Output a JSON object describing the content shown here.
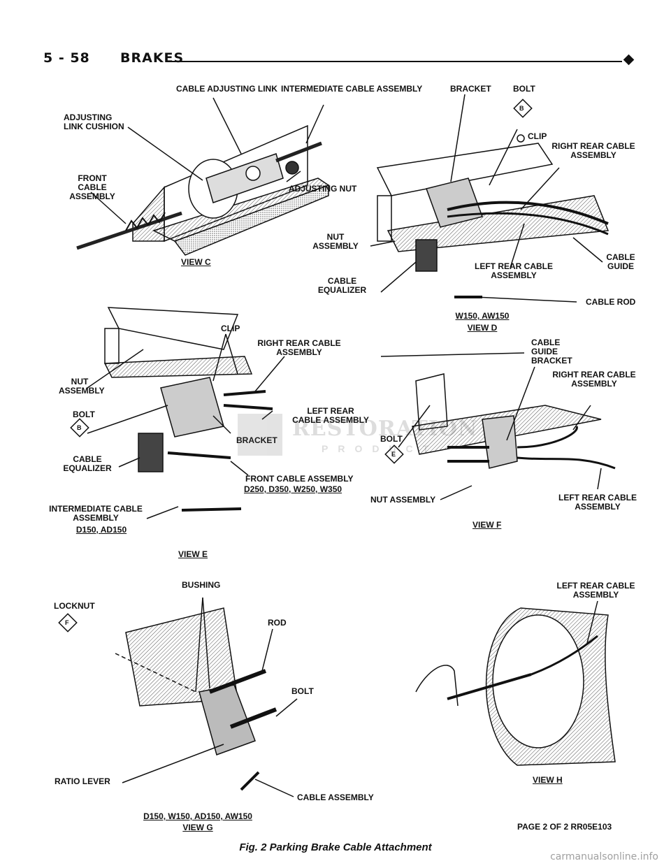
{
  "header": {
    "page": "5 - 58",
    "title": "BRAKES"
  },
  "caption": "Fig. 2 Parking Brake Cable Attachment",
  "page_ref": "PAGE 2 OF 2 RR05E103",
  "footer_url": "carmanualsonline.info",
  "watermark": {
    "main": "RESTORATION",
    "sub": "PRODUCT"
  },
  "view_c": {
    "title": "VIEW C",
    "labels": {
      "cable_adjusting_link": "CABLE ADJUSTING LINK",
      "intermediate_cable": "INTERMEDIATE CABLE ASSEMBLY",
      "adjusting_link_cushion": "ADJUSTING LINK CUSHION",
      "front_cable": "FRONT CABLE ASSEMBLY",
      "adjusting_nut": "ADJUSTING NUT"
    }
  },
  "view_d": {
    "title": "VIEW D",
    "models": "W150, AW150",
    "labels": {
      "bracket": "BRACKET",
      "bolt": "BOLT",
      "bolt_callout": "B",
      "clip": "CLIP",
      "right_rear_cable": "RIGHT REAR CABLE ASSEMBLY",
      "nut_assembly": "NUT ASSEMBLY",
      "left_rear_cable": "LEFT REAR CABLE ASSEMBLY",
      "cable_guide": "CABLE GUIDE",
      "cable_equalizer": "CABLE EQUALIZER",
      "cable_rod": "CABLE ROD"
    }
  },
  "view_e": {
    "title": "VIEW E",
    "labels": {
      "clip": "CLIP",
      "right_rear_cable": "RIGHT REAR CABLE ASSEMBLY",
      "nut_assembly": "NUT ASSEMBLY",
      "bolt": "BOLT",
      "bolt_callout": "B",
      "left_rear_cable": "LEFT REAR CABLE ASSEMBLY",
      "bracket": "BRACKET",
      "cable_equalizer": "CABLE EQUALIZER",
      "front_cable": "FRONT CABLE ASSEMBLY",
      "front_cable_models": "D250, D350, W250, W350",
      "intermediate_cable": "INTERMEDIATE CABLE ASSEMBLY",
      "intermediate_models": "D150, AD150"
    }
  },
  "view_f": {
    "title": "VIEW F",
    "labels": {
      "cable_guide_bracket": "CABLE GUIDE BRACKET",
      "right_rear_cable": "RIGHT REAR CABLE ASSEMBLY",
      "bolt": "BOLT",
      "bolt_callout": "E",
      "nut_assembly": "NUT ASSEMBLY",
      "left_rear_cable": "LEFT REAR CABLE ASSEMBLY"
    }
  },
  "view_g": {
    "title": "VIEW G",
    "models": "D150, W150, AD150, AW150",
    "labels": {
      "bushing": "BUSHING",
      "locknut": "LOCKNUT",
      "locknut_callout": "F",
      "rod": "ROD",
      "bolt": "BOLT",
      "ratio_lever": "RATIO LEVER",
      "cable_assembly": "CABLE ASSEMBLY"
    }
  },
  "view_h": {
    "title": "VIEW H",
    "labels": {
      "left_rear_cable": "LEFT REAR CABLE ASSEMBLY"
    }
  }
}
